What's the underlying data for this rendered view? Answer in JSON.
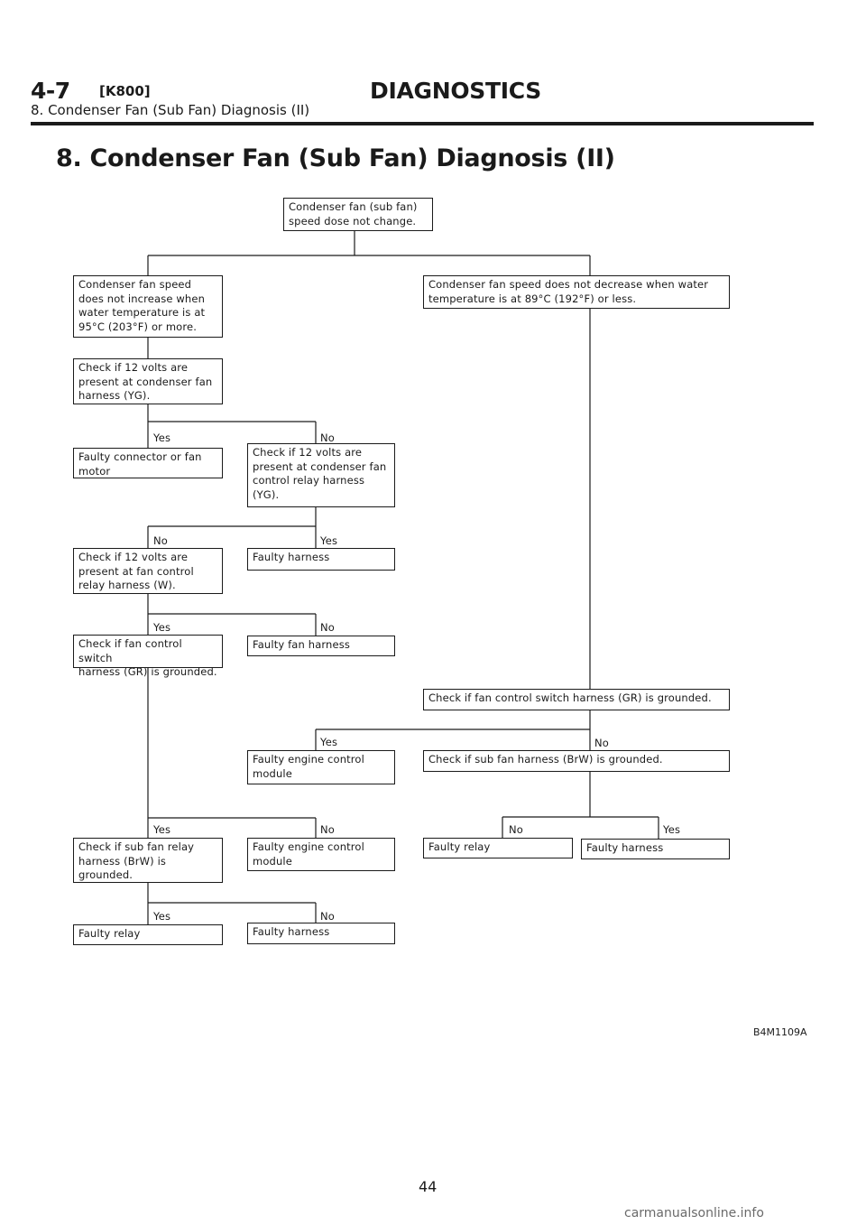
{
  "header": {
    "code": "4-7",
    "subcode": "[K800]",
    "section": "DIAGNOSTICS",
    "subtitle": "8. Condenser Fan (Sub Fan) Diagnosis (II)"
  },
  "title": "8. Condenser Fan (Sub Fan) Diagnosis (II)",
  "flowchart": {
    "boxes": [
      {
        "id": "start",
        "text": "Condenser fan (sub fan)\nspeed dose not change."
      },
      {
        "id": "not-increase",
        "text": "Condenser fan speed\ndoes not increase when\nwater temperature is at\n95°C (203°F) or more."
      },
      {
        "id": "not-decrease",
        "text": "Condenser fan speed does not decrease when water\ntemperature is at 89°C (192°F) or less."
      },
      {
        "id": "check-12v-fan",
        "text": "Check if 12 volts are\npresent at condenser fan\nharness (YG)."
      },
      {
        "id": "faulty-connector",
        "text": "Faulty connector or fan\nmotor"
      },
      {
        "id": "check-12v-relay",
        "text": "Check if 12 volts are\npresent at condenser fan\ncontrol relay harness\n(YG)."
      },
      {
        "id": "check-12v-w",
        "text": "Check if 12 volts are\npresent at fan control\nrelay harness (W)."
      },
      {
        "id": "faulty-harness-1",
        "text": "Faulty harness"
      },
      {
        "id": "check-switch-left",
        "text": "Check if fan control switch\nharness (GR) is grounded."
      },
      {
        "id": "faulty-fan-harness",
        "text": "Faulty fan harness"
      },
      {
        "id": "check-switch-right",
        "text": "Check if fan control switch harness (GR) is grounded."
      },
      {
        "id": "faulty-ecm-1",
        "text": "Faulty engine control\nmodule"
      },
      {
        "id": "check-subfan",
        "text": "Check if sub fan harness (BrW) is grounded."
      },
      {
        "id": "check-subfan-relay",
        "text": "Check if sub fan relay\nharness (BrW) is\ngrounded."
      },
      {
        "id": "faulty-ecm-2",
        "text": "Faulty engine control\nmodule"
      },
      {
        "id": "faulty-relay-right",
        "text": "Faulty relay"
      },
      {
        "id": "faulty-harness-right",
        "text": "Faulty harness"
      },
      {
        "id": "faulty-relay-bottom",
        "text": "Faulty relay"
      },
      {
        "id": "faulty-harness-bottom",
        "text": "Faulty harness"
      }
    ],
    "branch_labels": [
      {
        "id": "b1-yes",
        "text": "Yes"
      },
      {
        "id": "b1-no",
        "text": "No"
      },
      {
        "id": "b2-no",
        "text": "No"
      },
      {
        "id": "b2-yes",
        "text": "Yes"
      },
      {
        "id": "b3-yes",
        "text": "Yes"
      },
      {
        "id": "b3-no",
        "text": "No"
      },
      {
        "id": "b4-yes",
        "text": "Yes"
      },
      {
        "id": "b4-no",
        "text": "No"
      },
      {
        "id": "b5-yes",
        "text": "Yes"
      },
      {
        "id": "b5-no",
        "text": "No"
      },
      {
        "id": "b6-no",
        "text": "No"
      },
      {
        "id": "b6-yes",
        "text": "Yes"
      },
      {
        "id": "b7-yes",
        "text": "Yes"
      },
      {
        "id": "b7-no",
        "text": "No"
      }
    ]
  },
  "figure_code": "B4M1109A",
  "page_number": "44",
  "watermark": "carmanualsonline.info"
}
